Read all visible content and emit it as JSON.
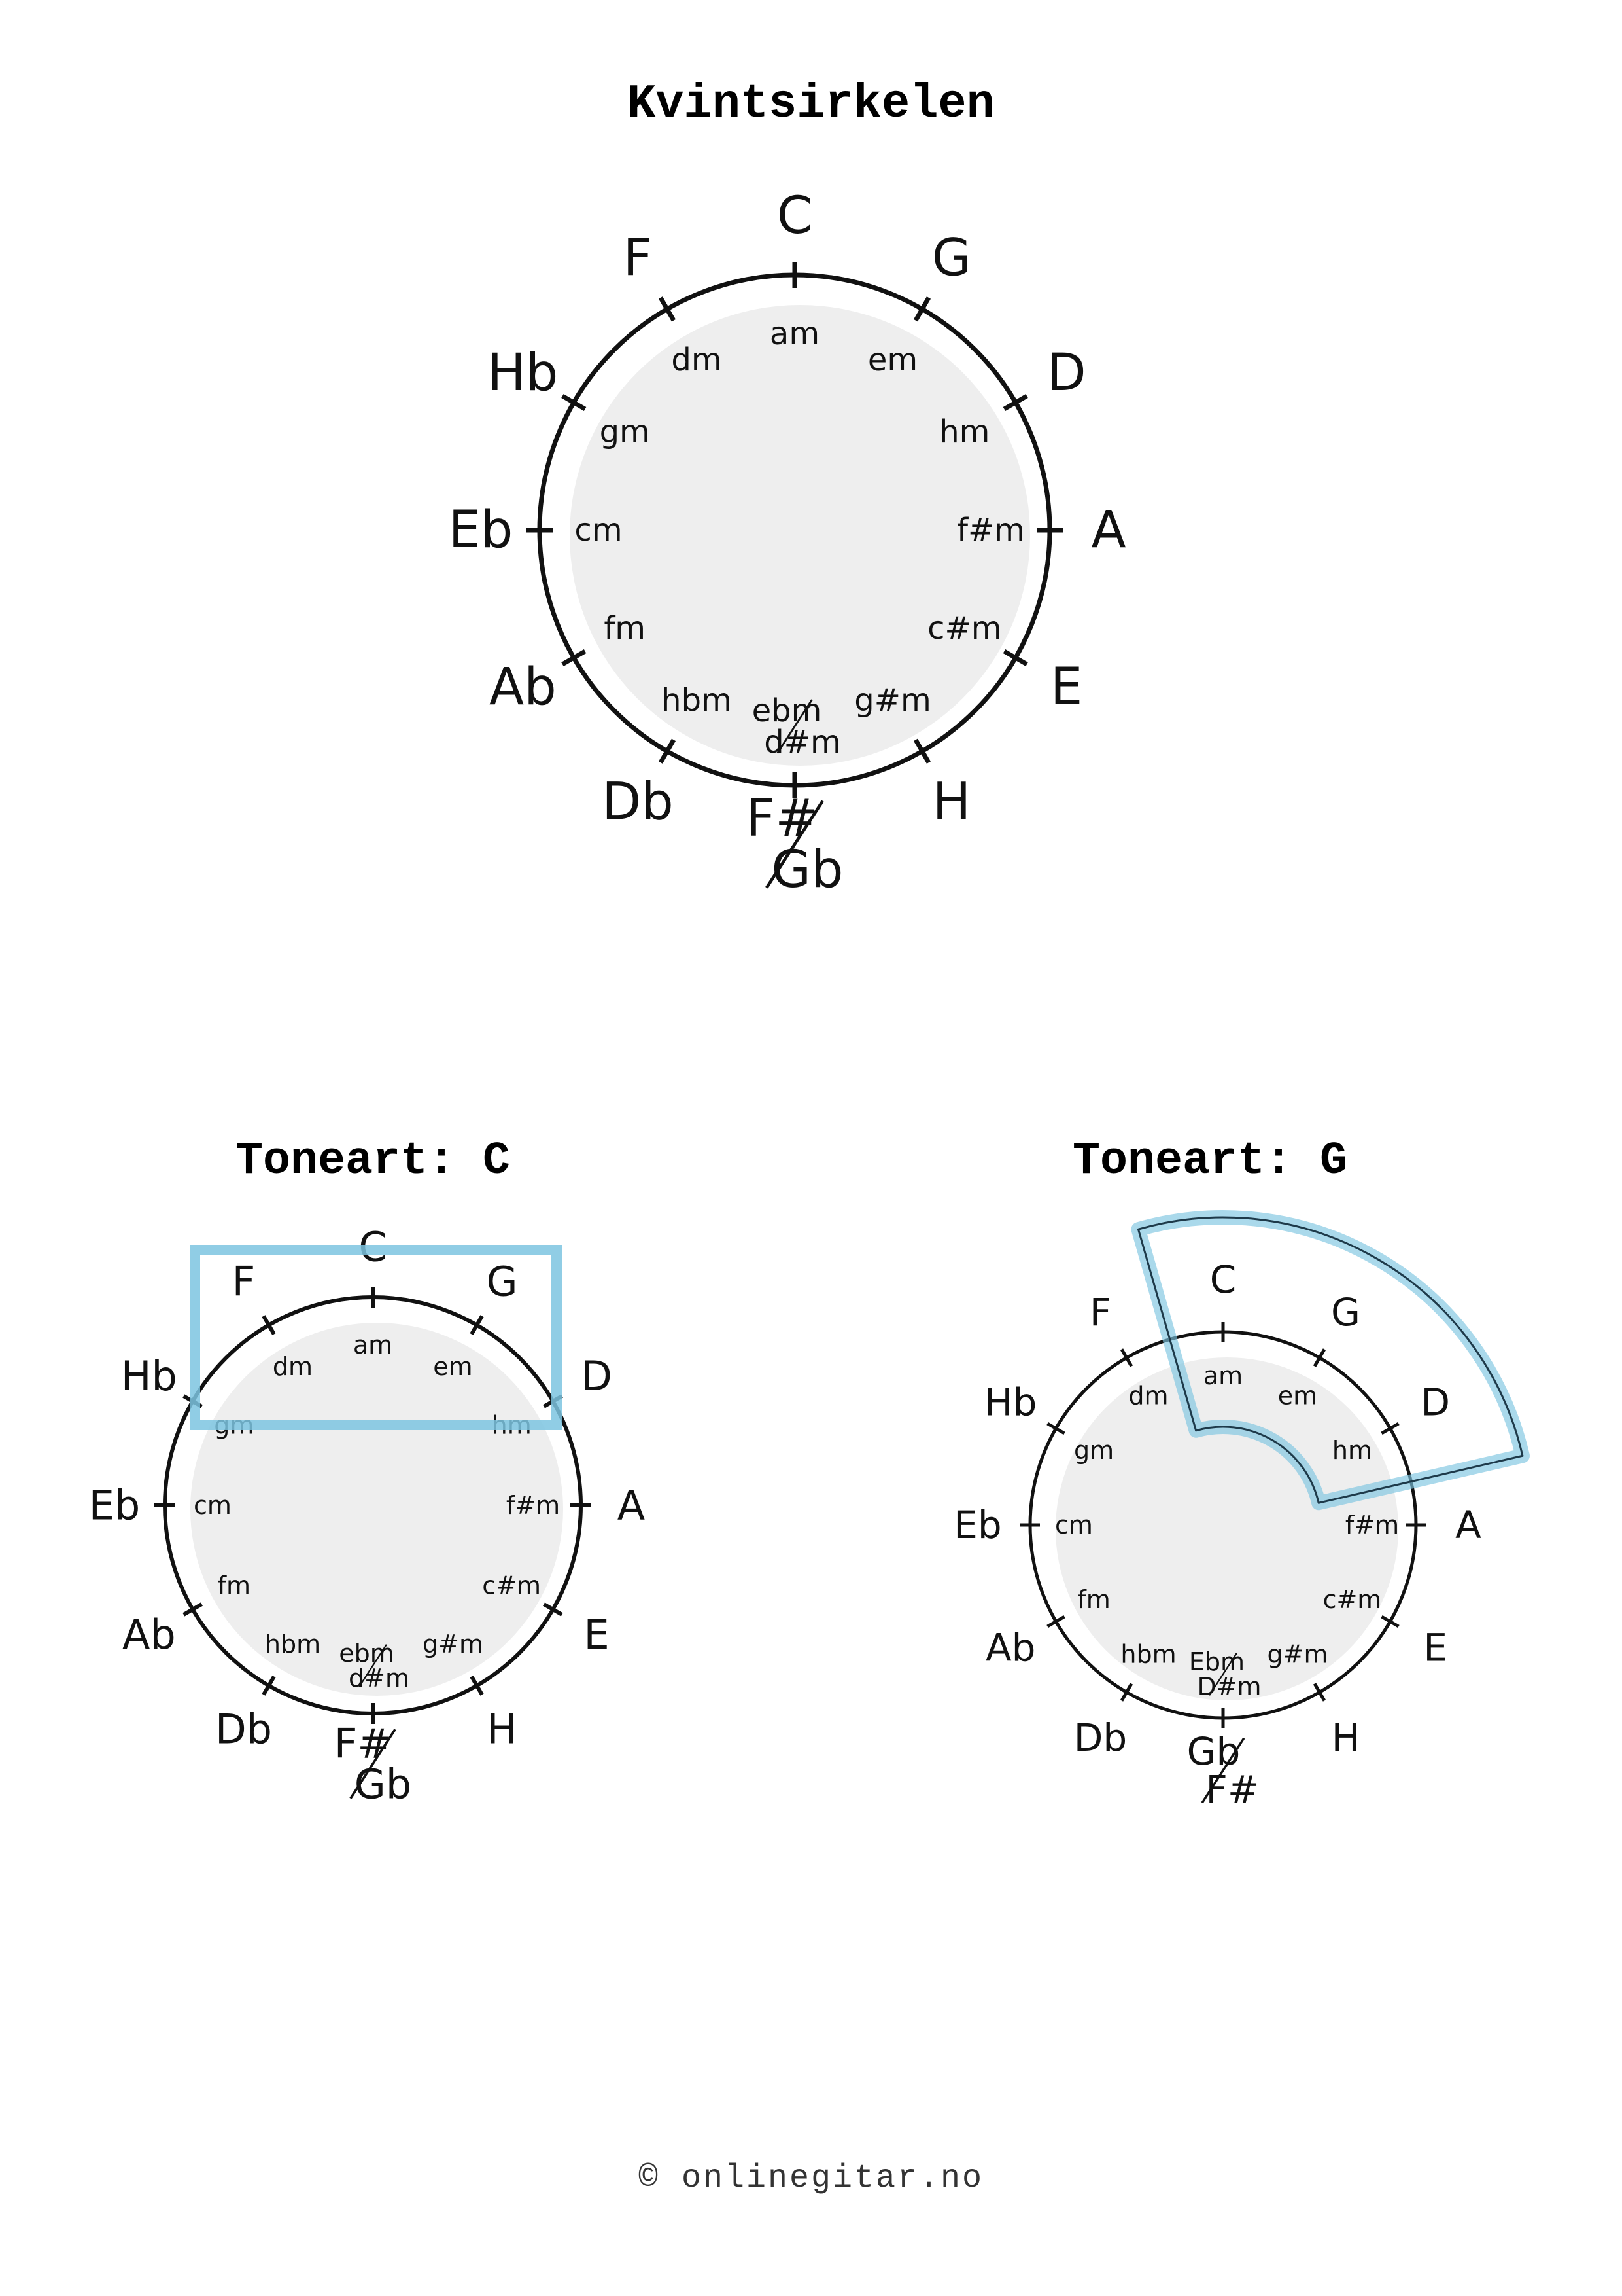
{
  "page": {
    "title": "Kvintsirkelen",
    "footer": "© onlinegitar.no"
  },
  "circle": {
    "major_keys": [
      "C",
      "G",
      "D",
      "A",
      "E",
      "H",
      "F#/Gb",
      "Db",
      "Ab",
      "Eb",
      "Hb",
      "F"
    ],
    "minor_keys": [
      "am",
      "em",
      "hm",
      "f#m",
      "c#m",
      "g#m",
      "ebm/d#m",
      "hbm",
      "fm",
      "cm",
      "gm",
      "dm"
    ]
  },
  "key_c": {
    "title": "Toneart: C",
    "major_keys": [
      "C",
      "G",
      "D",
      "A",
      "E",
      "H",
      "F#/Gb",
      "Db",
      "Ab",
      "Eb",
      "Hb",
      "F"
    ],
    "minor_keys": [
      "am",
      "em",
      "hm",
      "f#m",
      "c#m",
      "g#m",
      "ebm/d#m",
      "hbm",
      "fm",
      "cm",
      "gm",
      "dm"
    ]
  },
  "key_g": {
    "title": "Toneart: G",
    "major_keys": [
      "C",
      "G",
      "D",
      "A",
      "E",
      "H",
      "Gb/F#",
      "Db",
      "Ab",
      "Eb",
      "Hb",
      "F"
    ],
    "minor_keys": [
      "am",
      "em",
      "hm",
      "f#m",
      "c#m",
      "g#m",
      "Ebm/D#m",
      "hbm",
      "fm",
      "cm",
      "gm",
      "dm"
    ]
  },
  "colors": {
    "ink": "#111111",
    "inner_fill": "#eeeeee",
    "highlight": "#7cc4e0"
  }
}
